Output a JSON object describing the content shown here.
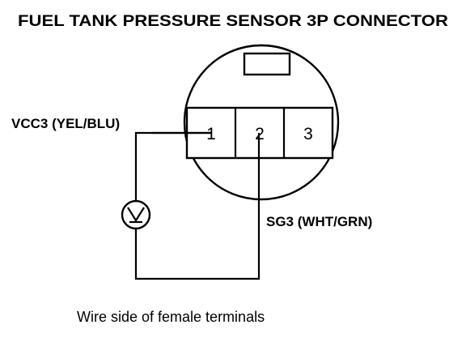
{
  "title": "FUEL TANK PRESSURE SENSOR 3P CONNECTOR",
  "connector": {
    "pins": [
      "1",
      "2",
      "3"
    ]
  },
  "wires": {
    "vcc3_label": "VCC3 (YEL/BLU)",
    "sg3_label": "SG3 (WHT/GRN)"
  },
  "meter": {
    "icon": "voltmeter-icon"
  },
  "caption": "Wire side of female terminals",
  "colors": {
    "ink": "#000000",
    "paper": "#ffffff"
  }
}
